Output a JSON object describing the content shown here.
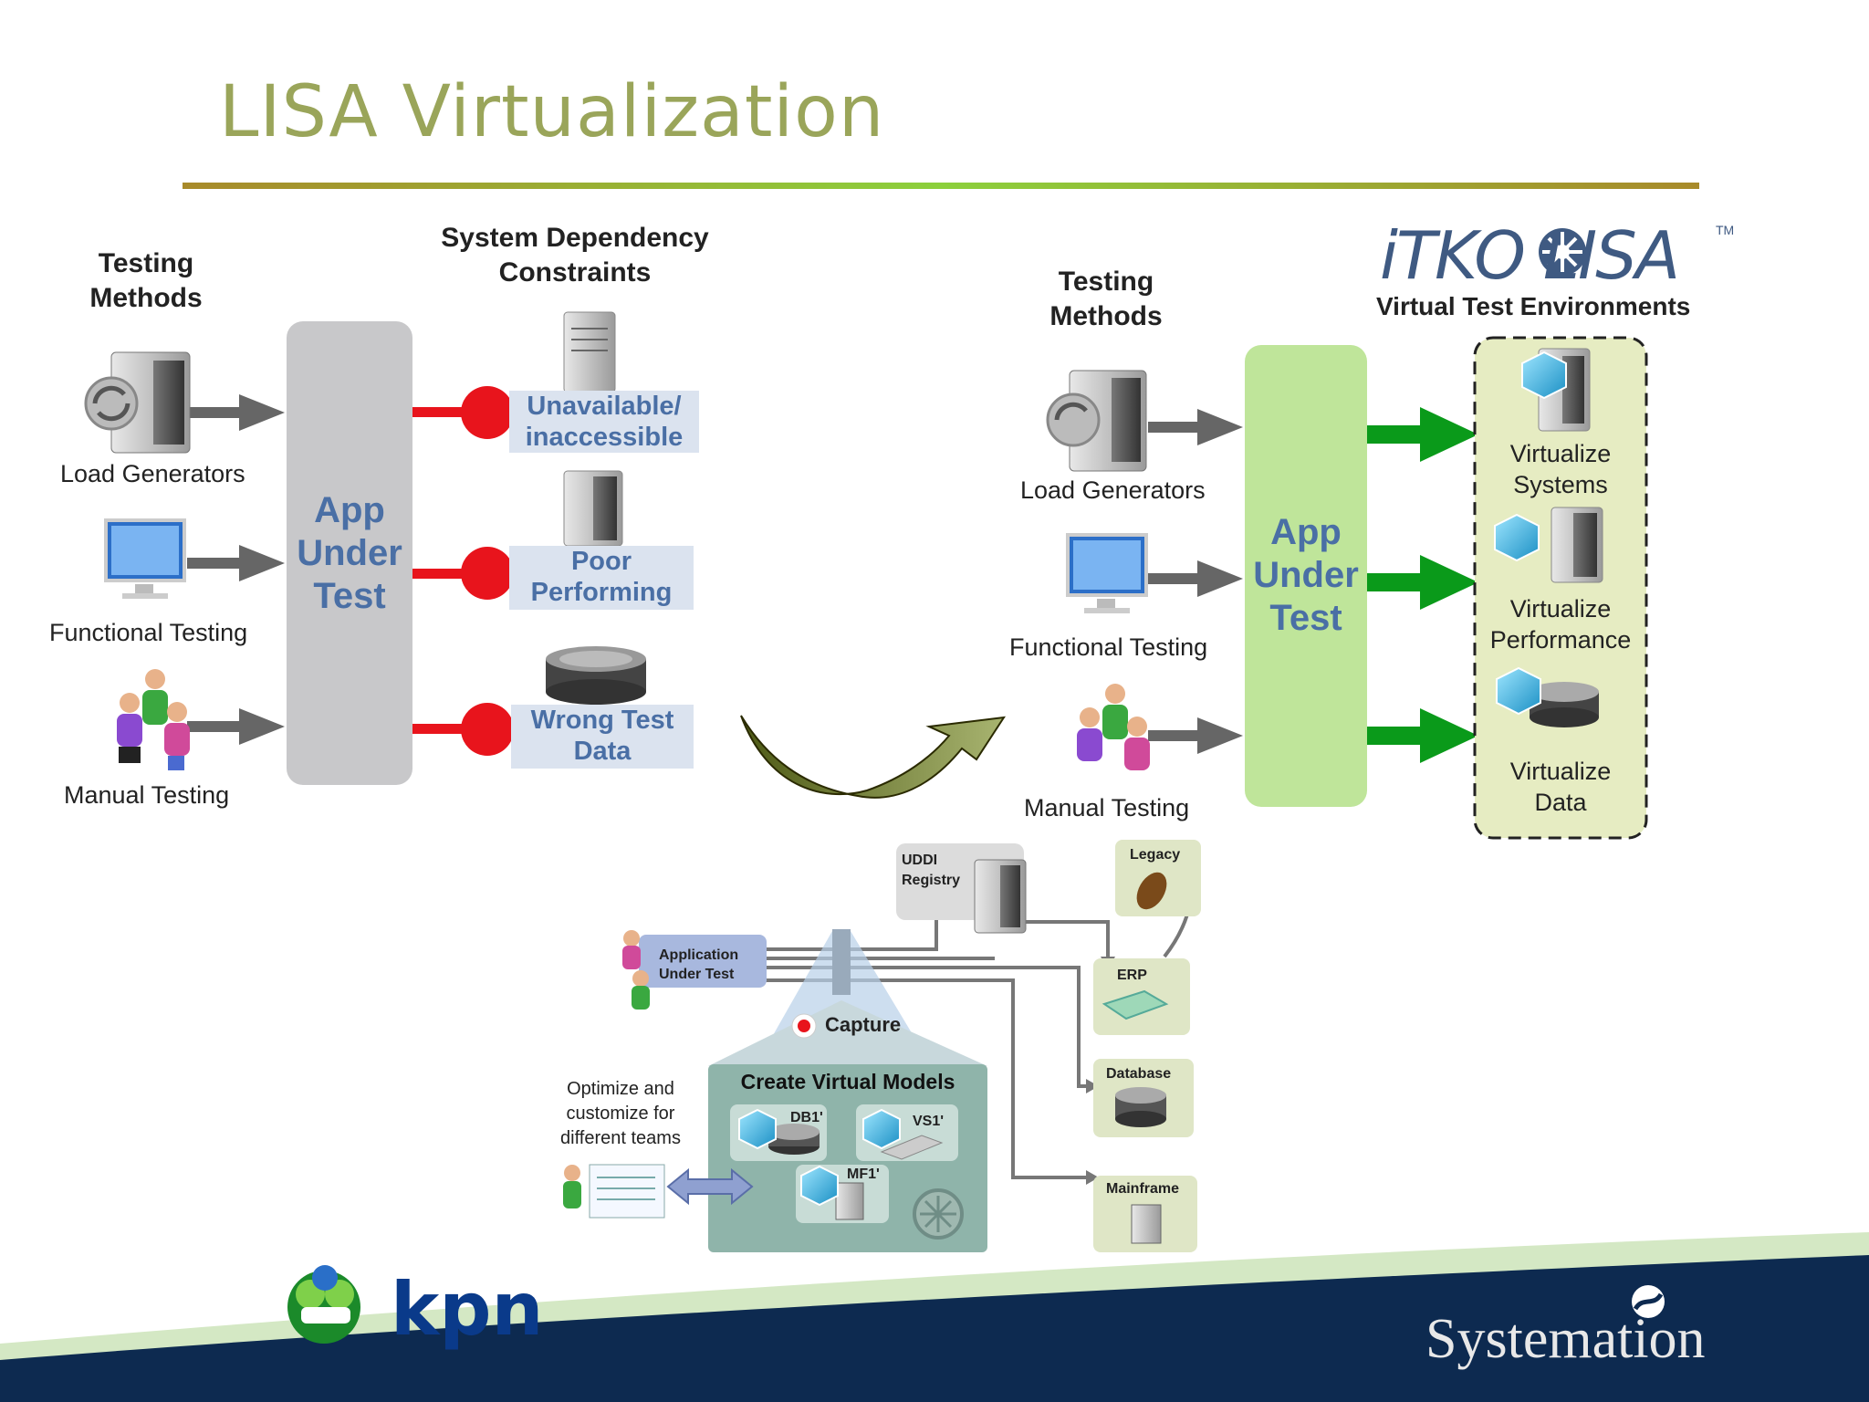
{
  "slide": {
    "title": "LISA Virtualization"
  },
  "left_panel": {
    "testing_methods_header": "Testing\nMethods",
    "dependency_header": "System Dependency\nConstraints",
    "methods": [
      {
        "label": "Load Generators",
        "icon": "load-generator-server-icon"
      },
      {
        "label": "Functional Testing",
        "icon": "monitor-icon"
      },
      {
        "label": "Manual Testing",
        "icon": "people-icon"
      }
    ],
    "app_under_test": "App\nUnder\nTest",
    "constraints": [
      {
        "label": "Unavailable/\ninaccessible",
        "icon": "server-icon"
      },
      {
        "label": "Poor\nPerforming",
        "icon": "server-icon"
      },
      {
        "label": "Wrong Test\nData",
        "icon": "database-icon"
      }
    ]
  },
  "right_panel": {
    "brand_logo": "iTKO LISA",
    "brand_tm": "TM",
    "environments_header": "Virtual Test Environments",
    "testing_methods_header": "Testing\nMethods",
    "methods": [
      {
        "label": "Load Generators"
      },
      {
        "label": "Functional Testing"
      },
      {
        "label": "Manual Testing"
      }
    ],
    "app_under_test": "App\nUnder\nTest",
    "virtualizations": [
      {
        "label": "Virtualize\nSystems"
      },
      {
        "label": "Virtualize\nPerformance"
      },
      {
        "label": "Virtualize\nData"
      }
    ]
  },
  "bottom_diagram": {
    "uddi": "UDDI\nRegistry",
    "application": "Application\nUnder Test",
    "capture": "Capture",
    "create_models": "Create Virtual Models",
    "models": [
      "DB1'",
      "VS1'",
      "MF1'"
    ],
    "optimize": "Optimize and\ncustomize for\ndifferent teams",
    "systems": [
      "Legacy",
      "ERP",
      "Database",
      "Mainframe"
    ]
  },
  "footer": {
    "kpn_logo": "kpn",
    "company": "Systemation"
  },
  "colors": {
    "title": "#9aa55a",
    "accent_green": "#0a9a1a",
    "constraint_red": "#e8141c",
    "footer_navy": "#0d2a50"
  }
}
